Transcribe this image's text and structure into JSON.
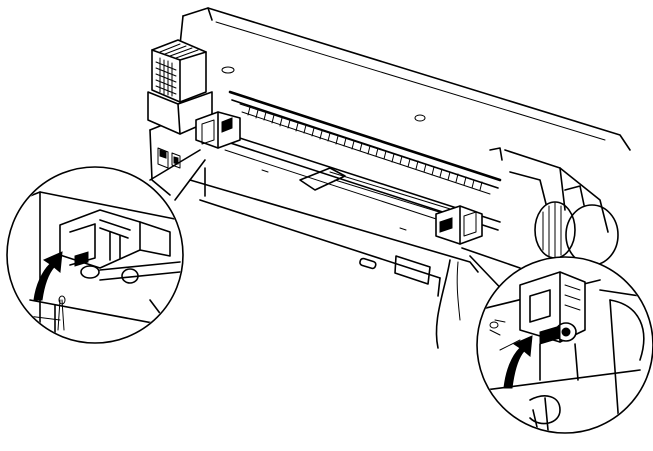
{
  "figure": {
    "subject": "printer-tractor-unit-lock-levers",
    "callouts": [
      {
        "id": "left-detail",
        "arrow_direction": "up"
      },
      {
        "id": "right-detail",
        "arrow_direction": "up"
      }
    ],
    "stroke_color": "#000000",
    "background_color": "#ffffff"
  }
}
